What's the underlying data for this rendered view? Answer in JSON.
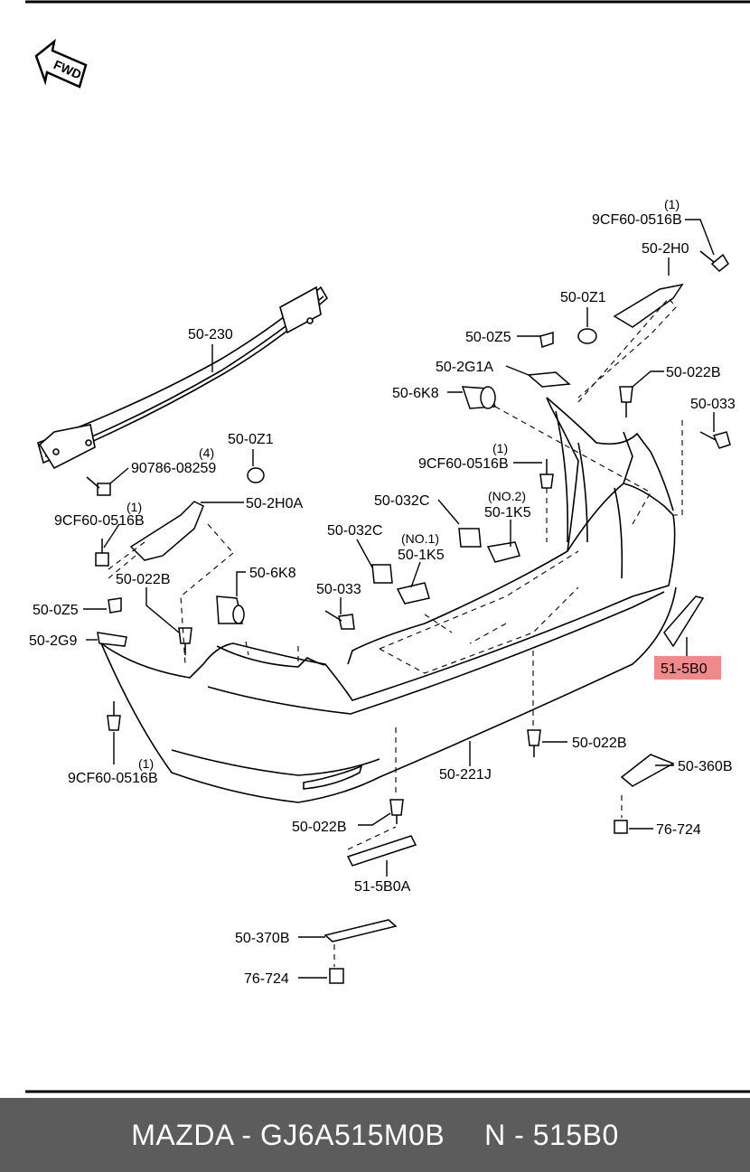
{
  "fwd_label": "FWD",
  "highlight_color": "#f08a8a",
  "footer": {
    "part_number": "MAZDA - GJ6A515M0B",
    "ref_code": "N - 515B0"
  },
  "callouts": [
    {
      "id": "c01",
      "label": "9CF60-0516B",
      "qty": "(1)"
    },
    {
      "id": "c02",
      "label": "50-2H0",
      "qty": ""
    },
    {
      "id": "c03",
      "label": "50-0Z1",
      "qty": ""
    },
    {
      "id": "c04",
      "label": "50-0Z5",
      "qty": ""
    },
    {
      "id": "c05",
      "label": "50-2G1A",
      "qty": ""
    },
    {
      "id": "c06",
      "label": "50-022B",
      "qty": ""
    },
    {
      "id": "c07",
      "label": "50-6K8",
      "qty": ""
    },
    {
      "id": "c08",
      "label": "50-033",
      "qty": ""
    },
    {
      "id": "c09",
      "label": "50-230",
      "qty": ""
    },
    {
      "id": "c10",
      "label": "9CF60-0516B",
      "qty": "(1)"
    },
    {
      "id": "c11",
      "label": "50-0Z1",
      "qty": ""
    },
    {
      "id": "c12",
      "label": "90786-08259",
      "qty": "(4)"
    },
    {
      "id": "c13",
      "label": "50-032C",
      "qty": ""
    },
    {
      "id": "c14",
      "label": "50-1K5",
      "qty": "(NO.2)"
    },
    {
      "id": "c15",
      "label": "50-2H0A",
      "qty": ""
    },
    {
      "id": "c16",
      "label": "9CF60-0516B",
      "qty": "(1)"
    },
    {
      "id": "c17",
      "label": "50-032C",
      "qty": ""
    },
    {
      "id": "c18",
      "label": "50-1K5",
      "qty": "(NO.1)"
    },
    {
      "id": "c19",
      "label": "50-022B",
      "qty": ""
    },
    {
      "id": "c20",
      "label": "50-6K8",
      "qty": ""
    },
    {
      "id": "c21",
      "label": "50-033",
      "qty": ""
    },
    {
      "id": "c22",
      "label": "50-0Z5",
      "qty": ""
    },
    {
      "id": "c23",
      "label": "50-2G9",
      "qty": ""
    },
    {
      "id": "c24",
      "label": "51-5B0",
      "qty": ""
    },
    {
      "id": "c25",
      "label": "50-022B",
      "qty": ""
    },
    {
      "id": "c26",
      "label": "50-221J",
      "qty": ""
    },
    {
      "id": "c27",
      "label": "50-360B",
      "qty": ""
    },
    {
      "id": "c28",
      "label": "9CF60-0516B",
      "qty": "(1)"
    },
    {
      "id": "c29",
      "label": "50-022B",
      "qty": ""
    },
    {
      "id": "c30",
      "label": "76-724",
      "qty": ""
    },
    {
      "id": "c31",
      "label": "51-5B0A",
      "qty": ""
    },
    {
      "id": "c32",
      "label": "50-370B",
      "qty": ""
    },
    {
      "id": "c33",
      "label": "76-724",
      "qty": ""
    }
  ]
}
